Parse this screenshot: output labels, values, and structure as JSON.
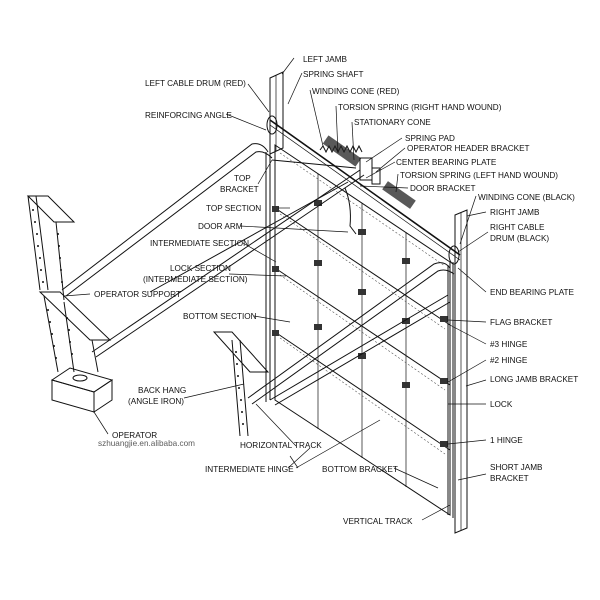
{
  "watermark": "szhuangjie.en.alibaba.com",
  "labels": {
    "left_jamb": "LEFT JAMB",
    "spring_shaft": "SPRING SHAFT",
    "left_cable_drum": "LEFT CABLE DRUM (RED)",
    "winding_cone_red": "WINDING CONE (RED)",
    "torsion_spring_right": "TORSION SPRING (RIGHT HAND WOUND)",
    "reinforcing_angle": "REINFORCING ANGLE",
    "stationary_cone": "STATIONARY CONE",
    "spring_pad": "SPRING PAD",
    "operator_header_bracket": "OPERATOR HEADER BRACKET",
    "center_bearing_plate": "CENTER BEARING PLATE",
    "torsion_spring_left": "TORSION SPRING (LEFT HAND WOUND)",
    "top_bracket_1": "TOP",
    "top_bracket_2": "BRACKET",
    "door_bracket": "DOOR BRACKET",
    "winding_cone_black": "WINDING CONE (BLACK)",
    "top_section": "TOP SECTION",
    "right_jamb": "RIGHT JAMB",
    "door_arm": "DOOR ARM",
    "right_cable_drum_1": "RIGHT CABLE",
    "right_cable_drum_2": "DRUM (BLACK)",
    "intermediate_section": "INTERMEDIATE SECTION",
    "lock_section_1": "LOCK SECTION",
    "lock_section_2": "(INTERMEDIATE SECTION)",
    "operator_support": "OPERATOR SUPPORT",
    "end_bearing_plate": "END BEARING PLATE",
    "bottom_section": "BOTTOM SECTION",
    "flag_bracket": "FLAG BRACKET",
    "hinge_3": "#3 HINGE",
    "hinge_2": "#2 HINGE",
    "back_hang_1": "BACK HANG",
    "back_hang_2": "(ANGLE IRON)",
    "long_jamb_bracket": "LONG JAMB BRACKET",
    "lock": "LOCK",
    "operator": "OPERATOR",
    "horizontal_track": "HORIZONTAL TRACK",
    "hinge_1": "1 HINGE",
    "intermediate_hinge": "INTERMEDIATE HINGE",
    "bottom_bracket": "BOTTOM BRACKET",
    "short_jamb_bracket_1": "SHORT JAMB",
    "short_jamb_bracket_2": "BRACKET",
    "vertical_track": "VERTICAL TRACK"
  }
}
